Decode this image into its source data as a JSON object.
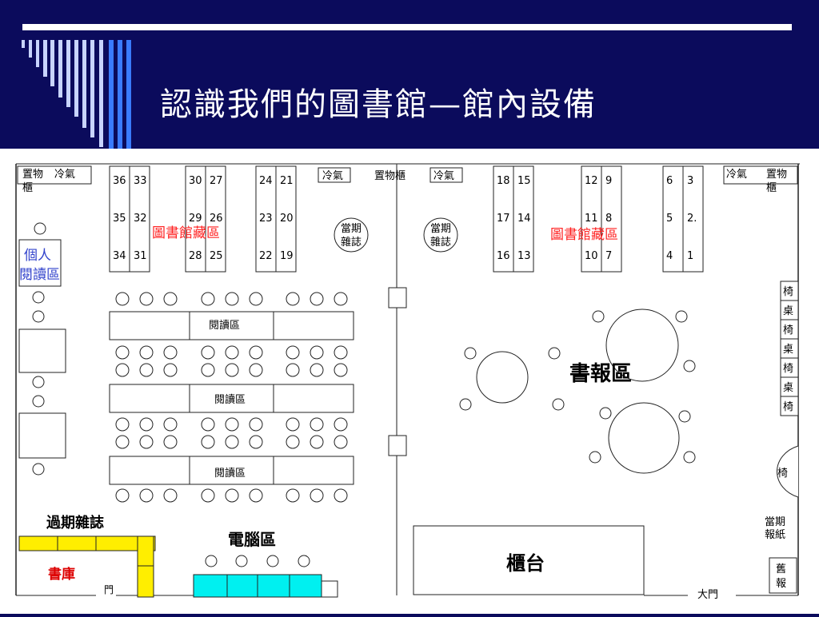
{
  "title": "認識我們的圖書館—館內設備",
  "colors": {
    "background": "#0b0b5c",
    "stripe_light": "#c8d4ff",
    "stripe_blue": "#3a7bff",
    "blue_text": "#3344cc",
    "red_text": "#ff2222",
    "storage_red": "#dd0000",
    "yellow": "#ffee00",
    "cyan": "#00f0f0"
  },
  "labels": {
    "ac_storage_left_line1": "置物",
    "ac_storage_left_ac": "冷氣",
    "ac_storage_left_line2": "櫃",
    "ac_mid_1": "冷氣",
    "storage_mid": "置物櫃",
    "ac_mid_2": "冷氣",
    "ac_right": "冷氣",
    "storage_right_line1": "置物",
    "storage_right_line2": "櫃",
    "personal_1": "個人",
    "personal_2": "閱讀區",
    "collection_left": "圖書館藏區",
    "collection_right": "圖書館藏區",
    "mag_1": "當期",
    "mag_2": "雜誌",
    "reading": "閱讀區",
    "newspaper": "書報區",
    "past_mag": "過期雜誌",
    "storage": "書庫",
    "door_small": "門",
    "computer": "電腦區",
    "counter": "櫃台",
    "main_door": "大門",
    "chair": "椅",
    "desk": "桌",
    "current_paper_1": "當期",
    "current_paper_2": "報紙",
    "old_paper_1": "舊",
    "old_paper_2": "報"
  },
  "shelves": [
    [
      "36",
      "33",
      "35",
      "32",
      "34",
      "31"
    ],
    [
      "30",
      "27",
      "29",
      "26",
      "28",
      "25"
    ],
    [
      "24",
      "21",
      "23",
      "20",
      "22",
      "19"
    ],
    [
      "18",
      "15",
      "17",
      "14",
      "16",
      "13"
    ],
    [
      "12",
      "9",
      "11",
      "8",
      "10",
      "7"
    ],
    [
      "6",
      "3",
      "5",
      "2.",
      "4",
      "1"
    ]
  ]
}
